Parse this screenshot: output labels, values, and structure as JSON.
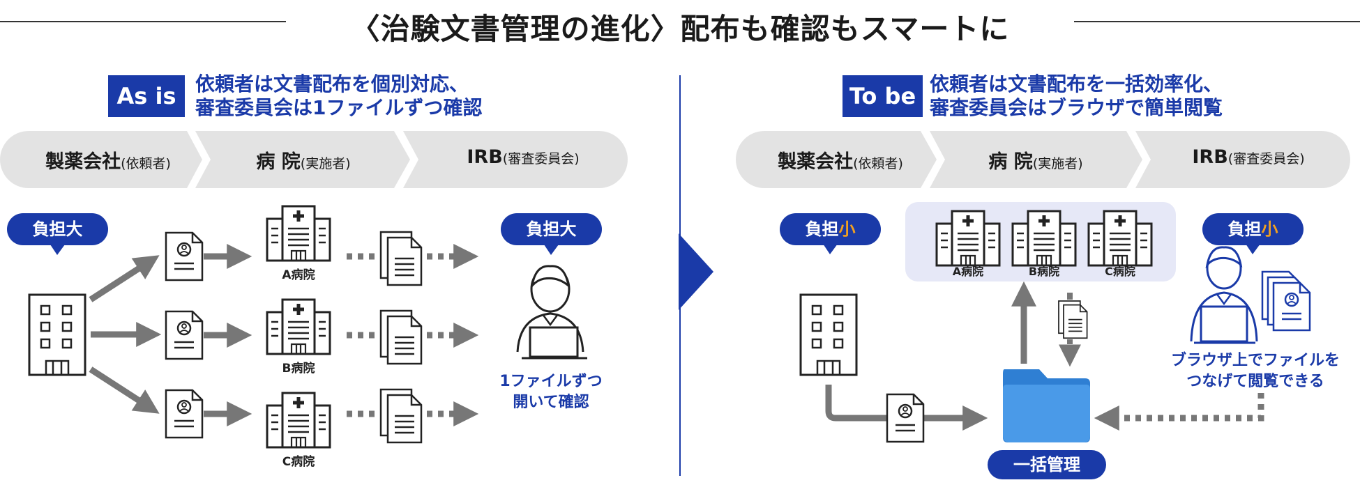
{
  "title": "〈治験文書管理の進化〉配布も確認もスマートに",
  "as_is": {
    "tag": "As is",
    "headline_line1": "依頼者は文書配布を個別対応、",
    "headline_line2": "審査委員会は1ファイルずつ確認",
    "stages": [
      {
        "main": "製薬会社",
        "sub": "(依頼者)"
      },
      {
        "main": "病 院",
        "sub": "(実施者)"
      },
      {
        "main": "IRB",
        "sub": "(審査委員会)"
      }
    ],
    "burden_left": "負担大",
    "burden_right": "負担大",
    "hospitals": [
      "A病院",
      "B病院",
      "C病院"
    ],
    "note_line1": "1ファイルずつ",
    "note_line2": "開いて確認"
  },
  "to_be": {
    "tag": "To be",
    "headline_line1": "依頼者は文書配布を一括効率化、",
    "headline_line2": "審査委員会はブラウザで簡単閲覧",
    "stages": [
      {
        "main": "製薬会社",
        "sub": "(依頼者)"
      },
      {
        "main": "病 院",
        "sub": "(実施者)"
      },
      {
        "main": "IRB",
        "sub": "(審査委員会)"
      }
    ],
    "burden_prefix": "負担",
    "burden_suffix": "小",
    "hospitals": [
      "A病院",
      "B病院",
      "C病院"
    ],
    "note_line1": "ブラウザ上でファイルを",
    "note_line2": "つなげて閲覧できる",
    "central_label": "一括管理"
  },
  "colors": {
    "brand_blue": "#1a3aa8",
    "accent_orange": "#f0a020",
    "stage_gray": "#e3e3e3",
    "panel_lavender": "#e6e8f7",
    "folder_blue": "#3f93e3",
    "arrow_gray": "#777777"
  }
}
